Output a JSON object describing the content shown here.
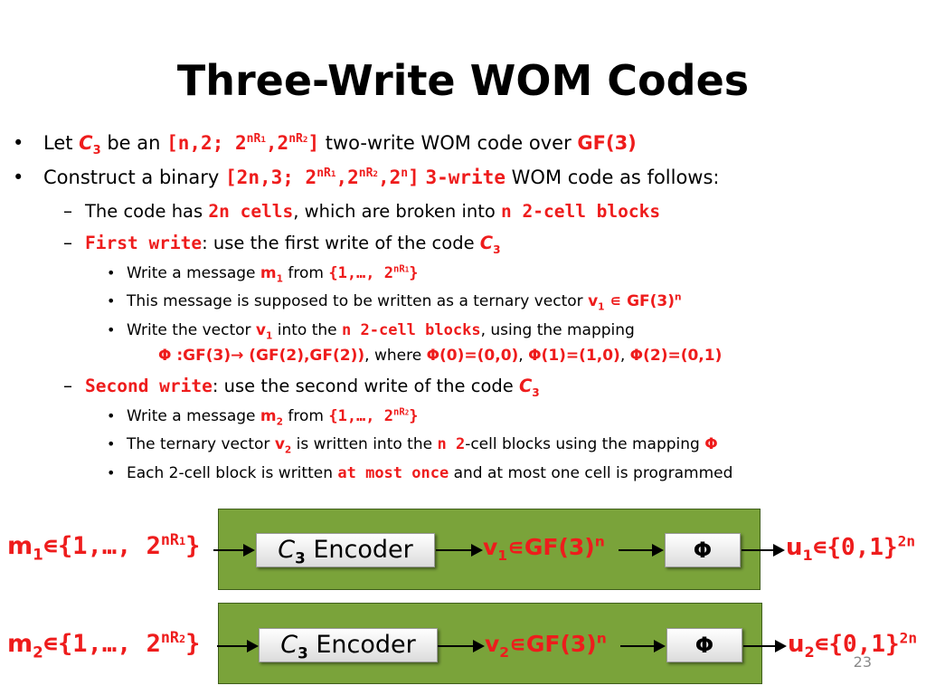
{
  "slide": {
    "title": "Three-Write WOM Codes",
    "page_number": "23",
    "bullet_l1": "•",
    "bullet_l2": "–",
    "bullet_l3": "•"
  },
  "lines": [
    {
      "level": 1,
      "runs": [
        {
          "t": "Let "
        },
        {
          "t": "C",
          "s": "ri"
        },
        {
          "t": "3",
          "s": "rsub"
        },
        {
          "t": " be an "
        },
        {
          "t": "[n,2; 2",
          "s": "rm"
        },
        {
          "t": "nR",
          "s": "rmsup"
        },
        {
          "t": "1",
          "s": "rmsup2"
        },
        {
          "t": ",2",
          "s": "rm"
        },
        {
          "t": "nR",
          "s": "rmsup"
        },
        {
          "t": "2",
          "s": "rmsup2"
        },
        {
          "t": "]",
          "s": "rm"
        },
        {
          "t": " two-write WOM code over "
        },
        {
          "t": "GF(3)",
          "s": "rb"
        }
      ]
    },
    {
      "level": 1,
      "runs": [
        {
          "t": "Construct a binary "
        },
        {
          "t": "[2n,3; 2",
          "s": "rm"
        },
        {
          "t": "nR",
          "s": "rmsup"
        },
        {
          "t": "1",
          "s": "rmsup2"
        },
        {
          "t": ",2",
          "s": "rm"
        },
        {
          "t": "nR",
          "s": "rmsup"
        },
        {
          "t": "2",
          "s": "rmsup2"
        },
        {
          "t": ",2",
          "s": "rm"
        },
        {
          "t": "n",
          "s": "rmsup"
        },
        {
          "t": "]",
          "s": "rm"
        },
        {
          "t": " "
        },
        {
          "t": "3-write",
          "s": "rm"
        },
        {
          "t": " WOM code as follows:"
        }
      ]
    },
    {
      "level": 2,
      "runs": [
        {
          "t": "The code has "
        },
        {
          "t": "2n cells",
          "s": "rm"
        },
        {
          "t": ", which are broken into "
        },
        {
          "t": "n 2-cell blocks",
          "s": "rm"
        }
      ]
    },
    {
      "level": 2,
      "runs": [
        {
          "t": "First write",
          "s": "rm"
        },
        {
          "t": ": use the first write of the code "
        },
        {
          "t": "C",
          "s": "ri"
        },
        {
          "t": "3",
          "s": "rsub"
        }
      ]
    },
    {
      "level": 3,
      "runs": [
        {
          "t": "Write a message "
        },
        {
          "t": "m",
          "s": "rb"
        },
        {
          "t": "1",
          "s": "rsub"
        },
        {
          "t": " from "
        },
        {
          "t": "{1,…, 2",
          "s": "rm"
        },
        {
          "t": "nR",
          "s": "rmsup"
        },
        {
          "t": "1",
          "s": "rmsup2"
        },
        {
          "t": "}",
          "s": "rm"
        }
      ]
    },
    {
      "level": 3,
      "runs": [
        {
          "t": "This message is supposed to be written as a ternary vector "
        },
        {
          "t": "v",
          "s": "rb"
        },
        {
          "t": "1",
          "s": "rsub"
        },
        {
          "t": " ∊ GF(3)",
          "s": "rb"
        },
        {
          "t": "n",
          "s": "rbsup"
        }
      ]
    },
    {
      "level": 3,
      "runs": [
        {
          "t": "Write the vector "
        },
        {
          "t": "v",
          "s": "rb"
        },
        {
          "t": "1",
          "s": "rsub"
        },
        {
          "t": " into the "
        },
        {
          "t": "n 2-cell blocks",
          "s": "rm"
        },
        {
          "t": ", using the mapping"
        }
      ]
    },
    {
      "level": 4,
      "runs": [
        {
          "t": "Φ :GF(3)→ (GF(2),GF(2))",
          "s": "rb"
        },
        {
          "t": ", where "
        },
        {
          "t": "Φ(0)=(0,0)",
          "s": "rb"
        },
        {
          "t": ", "
        },
        {
          "t": "Φ(1)=(1,0)",
          "s": "rb"
        },
        {
          "t": ", "
        },
        {
          "t": "Φ(2)=(0,1)",
          "s": "rb"
        }
      ]
    },
    {
      "level": 2,
      "runs": [
        {
          "t": "Second write",
          "s": "rm"
        },
        {
          "t": ": use the second write of the code "
        },
        {
          "t": "C",
          "s": "ri"
        },
        {
          "t": "3",
          "s": "rsub"
        }
      ]
    },
    {
      "level": 3,
      "runs": [
        {
          "t": "Write a message "
        },
        {
          "t": "m",
          "s": "rb"
        },
        {
          "t": "2",
          "s": "rsub"
        },
        {
          "t": " from "
        },
        {
          "t": "{1,…, 2",
          "s": "rm"
        },
        {
          "t": "nR",
          "s": "rmsup"
        },
        {
          "t": "2",
          "s": "rmsup2"
        },
        {
          "t": "}",
          "s": "rm"
        }
      ]
    },
    {
      "level": 3,
      "runs": [
        {
          "t": "The ternary vector "
        },
        {
          "t": "v",
          "s": "rb"
        },
        {
          "t": "2",
          "s": "rsub"
        },
        {
          "t": " is written into the "
        },
        {
          "t": "n 2",
          "s": "rm"
        },
        {
          "t": "-cell blocks using the mapping "
        },
        {
          "t": "Φ",
          "s": "rb"
        }
      ]
    },
    {
      "level": 3,
      "runs": [
        {
          "t": "Each 2-cell block is written "
        },
        {
          "t": "at most once",
          "s": "rm"
        },
        {
          "t": " and at most one cell is programmed"
        }
      ]
    }
  ],
  "diagram": {
    "row1": {
      "input": {
        "m": "m",
        "sub": "1",
        "rest": "∊{1,…, 2",
        "sup": "nR",
        "sup2": "1",
        "close": "}"
      },
      "encoder": {
        "c": "C",
        "sub": "3",
        "label": " Encoder"
      },
      "mid": {
        "v": "v",
        "sub": "1",
        "rest": "∊GF(3)",
        "sup": "n"
      },
      "phi": "Φ",
      "output": {
        "u": "u",
        "sub": "1",
        "rest": "∊{0,1}",
        "sup": "2n"
      }
    },
    "row2": {
      "input": {
        "m": "m",
        "sub": "2",
        "rest": "∊{1,…, 2",
        "sup": "nR",
        "sup2": "2",
        "close": "}"
      },
      "encoder": {
        "c": "C",
        "sub": "3",
        "label": " Encoder"
      },
      "mid": {
        "v": "v",
        "sub": "2",
        "rest": "∊GF(3)",
        "sup": "n"
      },
      "phi": "Φ",
      "output": {
        "u": "u",
        "sub": "2",
        "rest": "∊{0,1}",
        "sup": "2n"
      }
    }
  }
}
